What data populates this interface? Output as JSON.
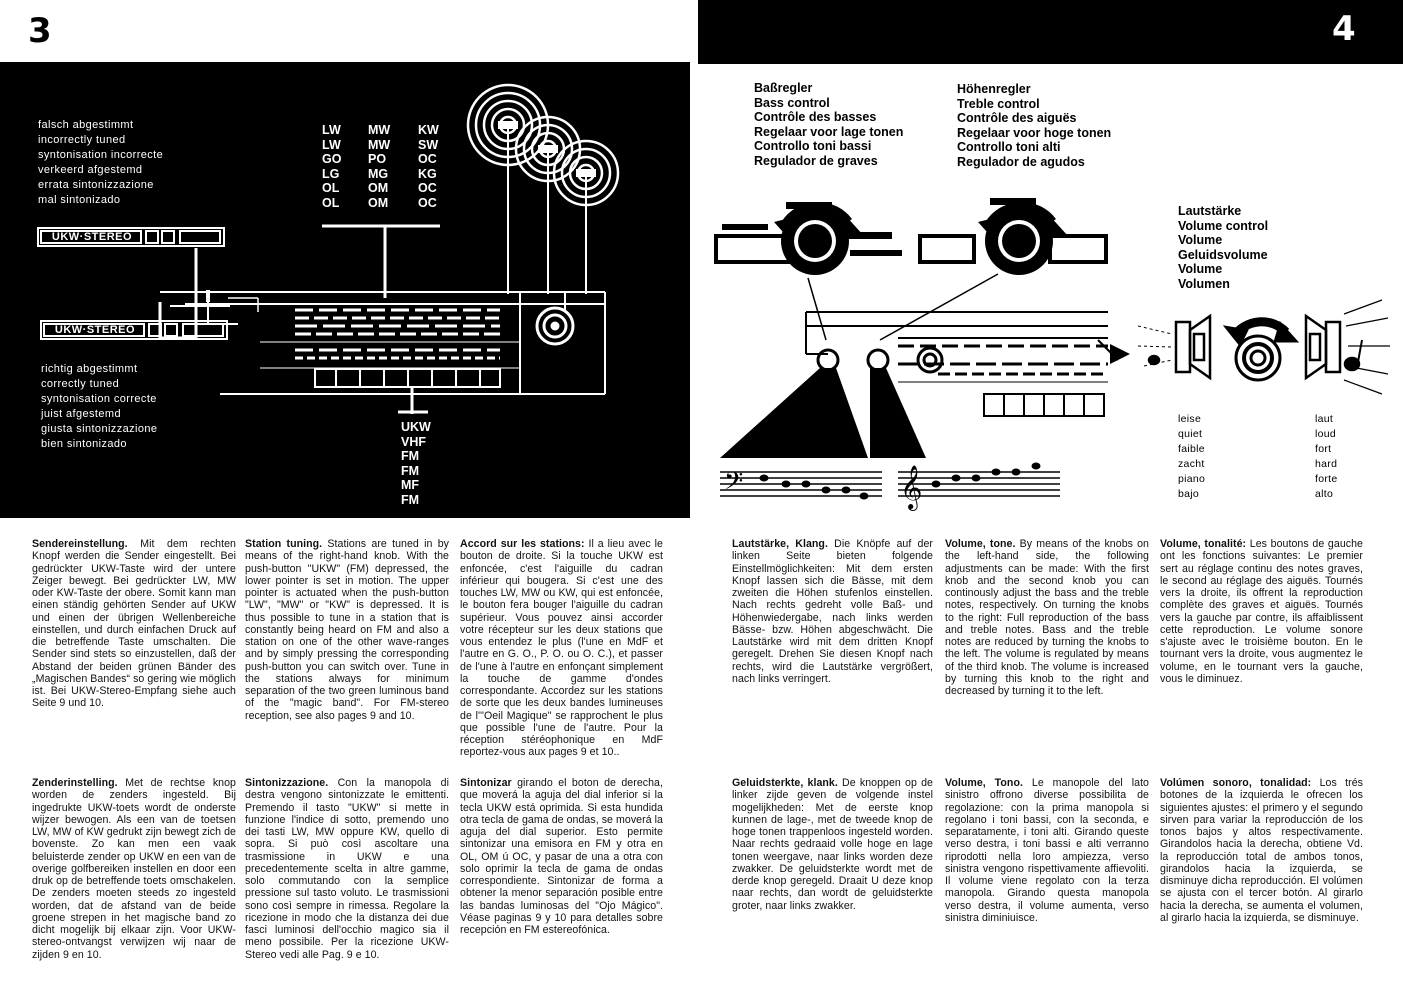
{
  "page_numbers": {
    "left": "3",
    "right": "4"
  },
  "tuning": {
    "wrong_captions": [
      "falsch abgestimmt",
      "incorrectly tuned",
      "syntonisation incorrecte",
      "verkeerd afgestemd",
      "errata sintonizzazione",
      "mal sintonizado"
    ],
    "right_captions": [
      "richtig abgestimmt",
      "correctly tuned",
      "syntonisation correcte",
      "juist afgestemd",
      "giusta sintonizzazione",
      "bien sintonizado"
    ],
    "indicator_label": "UKW·STEREO",
    "band_columns": [
      [
        "LW",
        "LW",
        "GO",
        "LG",
        "OL",
        "OL"
      ],
      [
        "MW",
        "MW",
        "PO",
        "MG",
        "OM",
        "OM"
      ],
      [
        "KW",
        "SW",
        "OC",
        "KG",
        "OC",
        "OC"
      ]
    ],
    "fm_labels": [
      "UKW",
      "VHF",
      "FM",
      "FM",
      "MF",
      "FM"
    ]
  },
  "controls": {
    "bass": [
      "Baßregler",
      "Bass control",
      "Contrôle des basses",
      "Regelaar voor lage tonen",
      "Controllo toni bassi",
      "Regulador de graves"
    ],
    "treble": [
      "Höhenregler",
      "Treble control",
      "Contrôle des aiguës",
      "Regelaar voor hoge tonen",
      "Controllo toni alti",
      "Regulador de agudos"
    ],
    "volume": [
      "Lautstärke",
      "Volume control",
      "Volume",
      "Geluidsvolume",
      "Volume",
      "Volumen"
    ],
    "quiet_words": [
      "leise",
      "quiet",
      "faible",
      "zacht",
      "piano",
      "bajo"
    ],
    "loud_words": [
      "laut",
      "loud",
      "fort",
      "hard",
      "forte",
      "alto"
    ]
  },
  "columns": [
    {
      "lead": "Sendereinstellung.",
      "body": " Mit dem rechten Knopf werden die Sender eingestellt. Bei gedrückter UKW-Taste wird der untere Zeiger bewegt. Bei gedrückter LW, MW oder KW-Taste der obere. Somit kann man einen ständig gehörten Sender auf UKW und einen der übrigen Wellenbereiche einstellen, und durch einfachen Druck auf die betreffende Taste umschalten. Die Sender sind stets so einzustellen, daß der Abstand der beiden grünen Bänder des „Magischen Bandes“ so gering wie möglich ist. Bei UKW-Stereo-Empfang siehe auch Seite 9 und 10."
    },
    {
      "lead": "Station tuning.",
      "body": " Stations are tuned in by means of the right-hand knob. With the push-button \"UKW\" (FM) depressed, the lower pointer is set in motion. The upper pointer is actuated when the push-button \"LW\", \"MW\" or \"KW\" is depressed. It is thus possible to tune in a station that is constantly being heard on FM and also a station on one of the other wave-ranges and by simply pressing the corresponding push-button you can switch over. Tune in the stations always for minimum separation of the two green luminous band of the \"magic band\". For FM-stereo reception, see also pages 9 and 10."
    },
    {
      "lead": "Accord sur les stations:",
      "body": " Il a lieu avec le bouton de droite. Si la touche UKW est enfoncée, c'est l'aiguille du cadran inférieur qui bougera. Si c'est une des touches LW, MW ou KW, qui est enfoncée, le bouton fera bouger l'aiguille du cadran supérieur. Vous pouvez ainsi accorder votre récepteur sur les deux stations que vous entendez le plus (l'une en MdF et l'autre en G. O., P. O. ou O. C.), et passer de l'une à l'autre en enfonçant simplement la touche de gamme d'ondes correspondante. Accordez sur les stations de sorte que les deux bandes lumineuses de l'\"Oeil Magique\" se rapprochent le plus que possible l'une de l'autre. Pour la réception stéréophonique en MdF reportez-vous aux pages 9 et 10.."
    },
    {
      "lead": "Lautstärke, Klang.",
      "body": " Die Knöpfe auf der linken Seite bieten folgende Einstellmöglichkeiten: Mit dem ersten Knopf lassen sich die Bässe, mit dem zweiten die Höhen stufenlos einstellen. Nach rechts gedreht volle Baß- und Höhenwiedergabe, nach links werden Bässe- bzw. Höhen abgeschwächt. Die Lautstärke wird mit dem dritten Knopf geregelt. Drehen Sie diesen Knopf nach rechts, wird die Lautstärke vergrößert, nach links verringert."
    },
    {
      "lead": "Volume, tone.",
      "body": " By means of the knobs on the left-hand side, the following adjustments can be made: With the first knob and the second knob you can continously adjust the bass and the treble notes, respectively. On turning the knobs to the right: Full reproduction of the bass and treble notes. Bass and the treble notes are reduced by turning the knobs to the left. The volume is regulated by means of the third knob. The volume is increased by turning this knob to the right and decreased by turning it to the left."
    },
    {
      "lead": "Volume, tonalité:",
      "body": " Les boutons de gauche ont les fonctions suivantes: Le premier sert au réglage continu des notes graves, le second au réglage des aiguës. Tournés vers la droite, ils offrent la reproduction complète des graves et aiguës. Tournés vers la gauche par contre, ils affaiblissent cette reproduction. Le volume sonore s'ajuste avec le troisième bouton. En le tournant vers la droite, vous augmentez le volume, en le tournant vers la gauche, vous le diminuez."
    },
    {
      "lead": "Zenderinstelling.",
      "body": " Met de rechtse knop worden de zenders ingesteld. Bij ingedrukte UKW-toets wordt de onderste wijzer bewogen. Als een van de toetsen LW, MW of KW gedrukt zijn bewegt zich de bovenste. Zo kan men een vaak beluisterde zender op UKW en een van de overige golfbereiken instellen en door een druk op de betreffende toets omschakelen. De zenders moeten steeds zo ingesteld worden, dat de afstand van de beide groene strepen in het magische band zo dicht mogelijk bij elkaar zijn. Voor UKW-stereo-ontvangst verwijzen wij naar de zijden 9 en 10."
    },
    {
      "lead": "Sintonizzazione.",
      "body": " Con la manopola di destra vengono sintonizzate le emittenti. Premendo il tasto \"UKW\" si mette in funzione l'indice di sotto, premendo uno dei tasti LW, MW oppure KW, quello di sopra. Si può così ascoltare una trasmissione in UKW e una precedentemente scelta in altre gamme, solo commutando con la semplice pressione sul tasto voluto. Le trasmissioni sono così sempre in rimessa. Regolare la ricezione in modo che la distanza dei due fasci luminosi dell'occhio magico sia il meno possibile. Per la ricezione UKW-Stereo vedi alle Pag. 9 e 10."
    },
    {
      "lead": "Sintonizar",
      "body": " girando el boton de derecha, que moverá la aguja del dial inferior si la tecla UKW está oprimida. Si esta hundida otra tecla de gama de ondas, se moverá la aguja del dial superior. Esto permite sintonizar una emisora en FM y otra en OL, OM ú OC, y pasar de una a otra con solo oprimir la tecla de gama de ondas correspondiente. Sintonizar de forma a obtener la menor separación posible entre las bandas luminosas del \"Ojo Mágico\". Véase paginas 9 y 10 para detalles sobre recepción en FM estereofónica."
    },
    {
      "lead": "Geluidsterkte, klank.",
      "body": " De knoppen op de linker zijde geven de volgende instel mogelijkheden: Met de eerste knop kunnen de lage-, met de tweede knop de hoge tonen trappenloos ingesteld worden. Naar rechts gedraaid volle hoge en lage tonen weergave, naar links worden deze zwakker. De geluidsterkte wordt met de derde knop geregeld. Draait U deze knop naar rechts, dan wordt de geluidsterkte groter, naar links zwakker."
    },
    {
      "lead": "Volume, Tono.",
      "body": " Le manopole del lato sinistro offrono diverse possibilita de regolazione: con la prima manopola si regolano i toni bassi, con la seconda, e separatamente, i toni alti. Girando queste verso destra, i toni bassi e alti verranno riprodotti nella loro ampiezza, verso sinistra vengono rispettivamente affievoliti. Il volume viene regolato con la terza manopola. Girando questa manopola verso destra, il volume aumenta, verso sinistra diminiuisce."
    },
    {
      "lead": "Volúmen sonoro, tonalidad:",
      "body": " Los trés botones de la izquierda le ofrecen los siguientes ajustes: el primero y el segundo sirven para variar la reproducción de los tonos bajos y altos respectivamente. Girandolos hacia la derecha, obtiene Vd. la reproducción total de ambos tonos, girandolos hacia la izquierda, se disminuye dicha reproducción. El volúmen se ajusta con el tercer botón. Al girarlo hacia la derecha, se aumenta el volumen, al girarlo hacia la izquierda, se disminuye."
    }
  ]
}
